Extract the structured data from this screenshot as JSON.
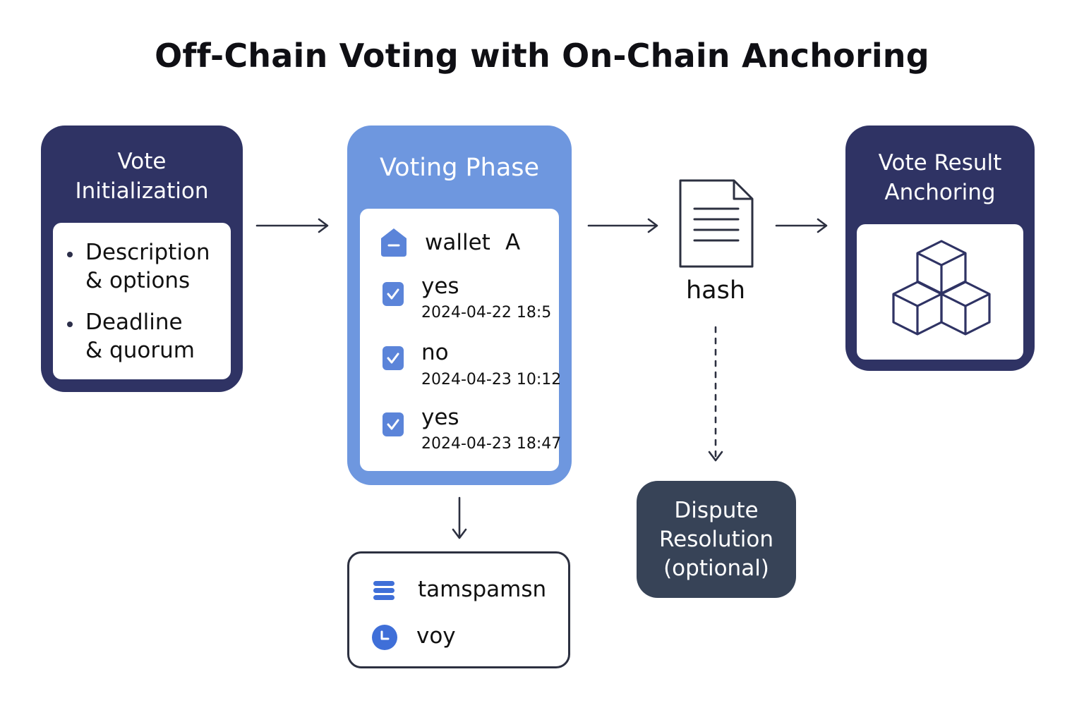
{
  "title": "Off-Chain Voting with On-Chain Anchoring",
  "init": {
    "heading_line1": "Vote",
    "heading_line2": "Initialization",
    "items": [
      {
        "line1": "Description",
        "line2": "& options"
      },
      {
        "line1": "Deadline",
        "line2": "& quorum"
      }
    ]
  },
  "voting": {
    "heading": "Voting Phase",
    "wallet_label": "wallet",
    "wallet_id": "A",
    "votes": [
      {
        "choice": "yes",
        "time": "2024-04-22 18:5"
      },
      {
        "choice": "no",
        "time": "2024-04-23 10:12"
      },
      {
        "choice": "yes",
        "time": "2024-04-23 18:47"
      }
    ]
  },
  "storage": {
    "item1": "tamspamsn",
    "item2": "voy"
  },
  "hash": {
    "label": "hash"
  },
  "dispute": {
    "line1": "Dispute",
    "line2": "Resolution",
    "line3": "(optional)"
  },
  "anchor": {
    "heading_line1": "Vote Result",
    "heading_line2": "Anchoring"
  },
  "icons": [
    "wallet-icon",
    "checkbox-icon",
    "database-icon",
    "clock-icon",
    "document-icon",
    "blocks-icon"
  ],
  "colors": {
    "navy": "#2f3364",
    "blue": "#6e97df",
    "slate": "#374357",
    "accent": "#5b84d9"
  }
}
